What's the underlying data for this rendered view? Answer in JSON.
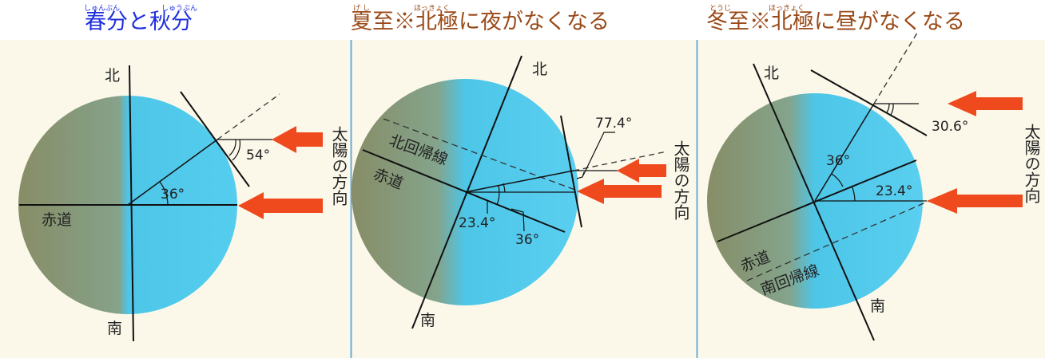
{
  "panels": [
    {
      "title": "春分と秋分",
      "title_color": "#1e2ee0",
      "ruby": [
        "しゅんぶん",
        "しゅうぶん"
      ],
      "labels": {
        "north": "北",
        "south": "南",
        "equator": "赤道"
      },
      "angles": [
        "54°",
        "36°"
      ],
      "sun_direction": "太陽の方向"
    },
    {
      "title": "夏至※北極に夜がなくなる",
      "title_color": "#9a4a18",
      "ruby": [
        "げ し",
        "ほっきょく"
      ],
      "labels": {
        "north": "北",
        "south": "南",
        "equator": "赤道",
        "tropic": "北回帰線"
      },
      "angles": [
        "77.4°",
        "23.4°",
        "36°"
      ],
      "sun_direction": "太陽の方向"
    },
    {
      "title": "冬至※北極に昼がなくなる",
      "title_color": "#9a4a18",
      "ruby": [
        "とうじ",
        "ほっきょく"
      ],
      "labels": {
        "north": "北",
        "south": "南",
        "equator": "赤道",
        "tropic": "南回帰線"
      },
      "angles": [
        "30.6°",
        "36°",
        "23.4°"
      ],
      "sun_direction": "太陽の方向"
    }
  ],
  "colors": {
    "globe_dark": "#8a8f68",
    "globe_light": "#4cc8ea",
    "arrow": "#ef4a1e",
    "panel_bg": "#fbf8ea",
    "divider": "#6aaac8"
  }
}
